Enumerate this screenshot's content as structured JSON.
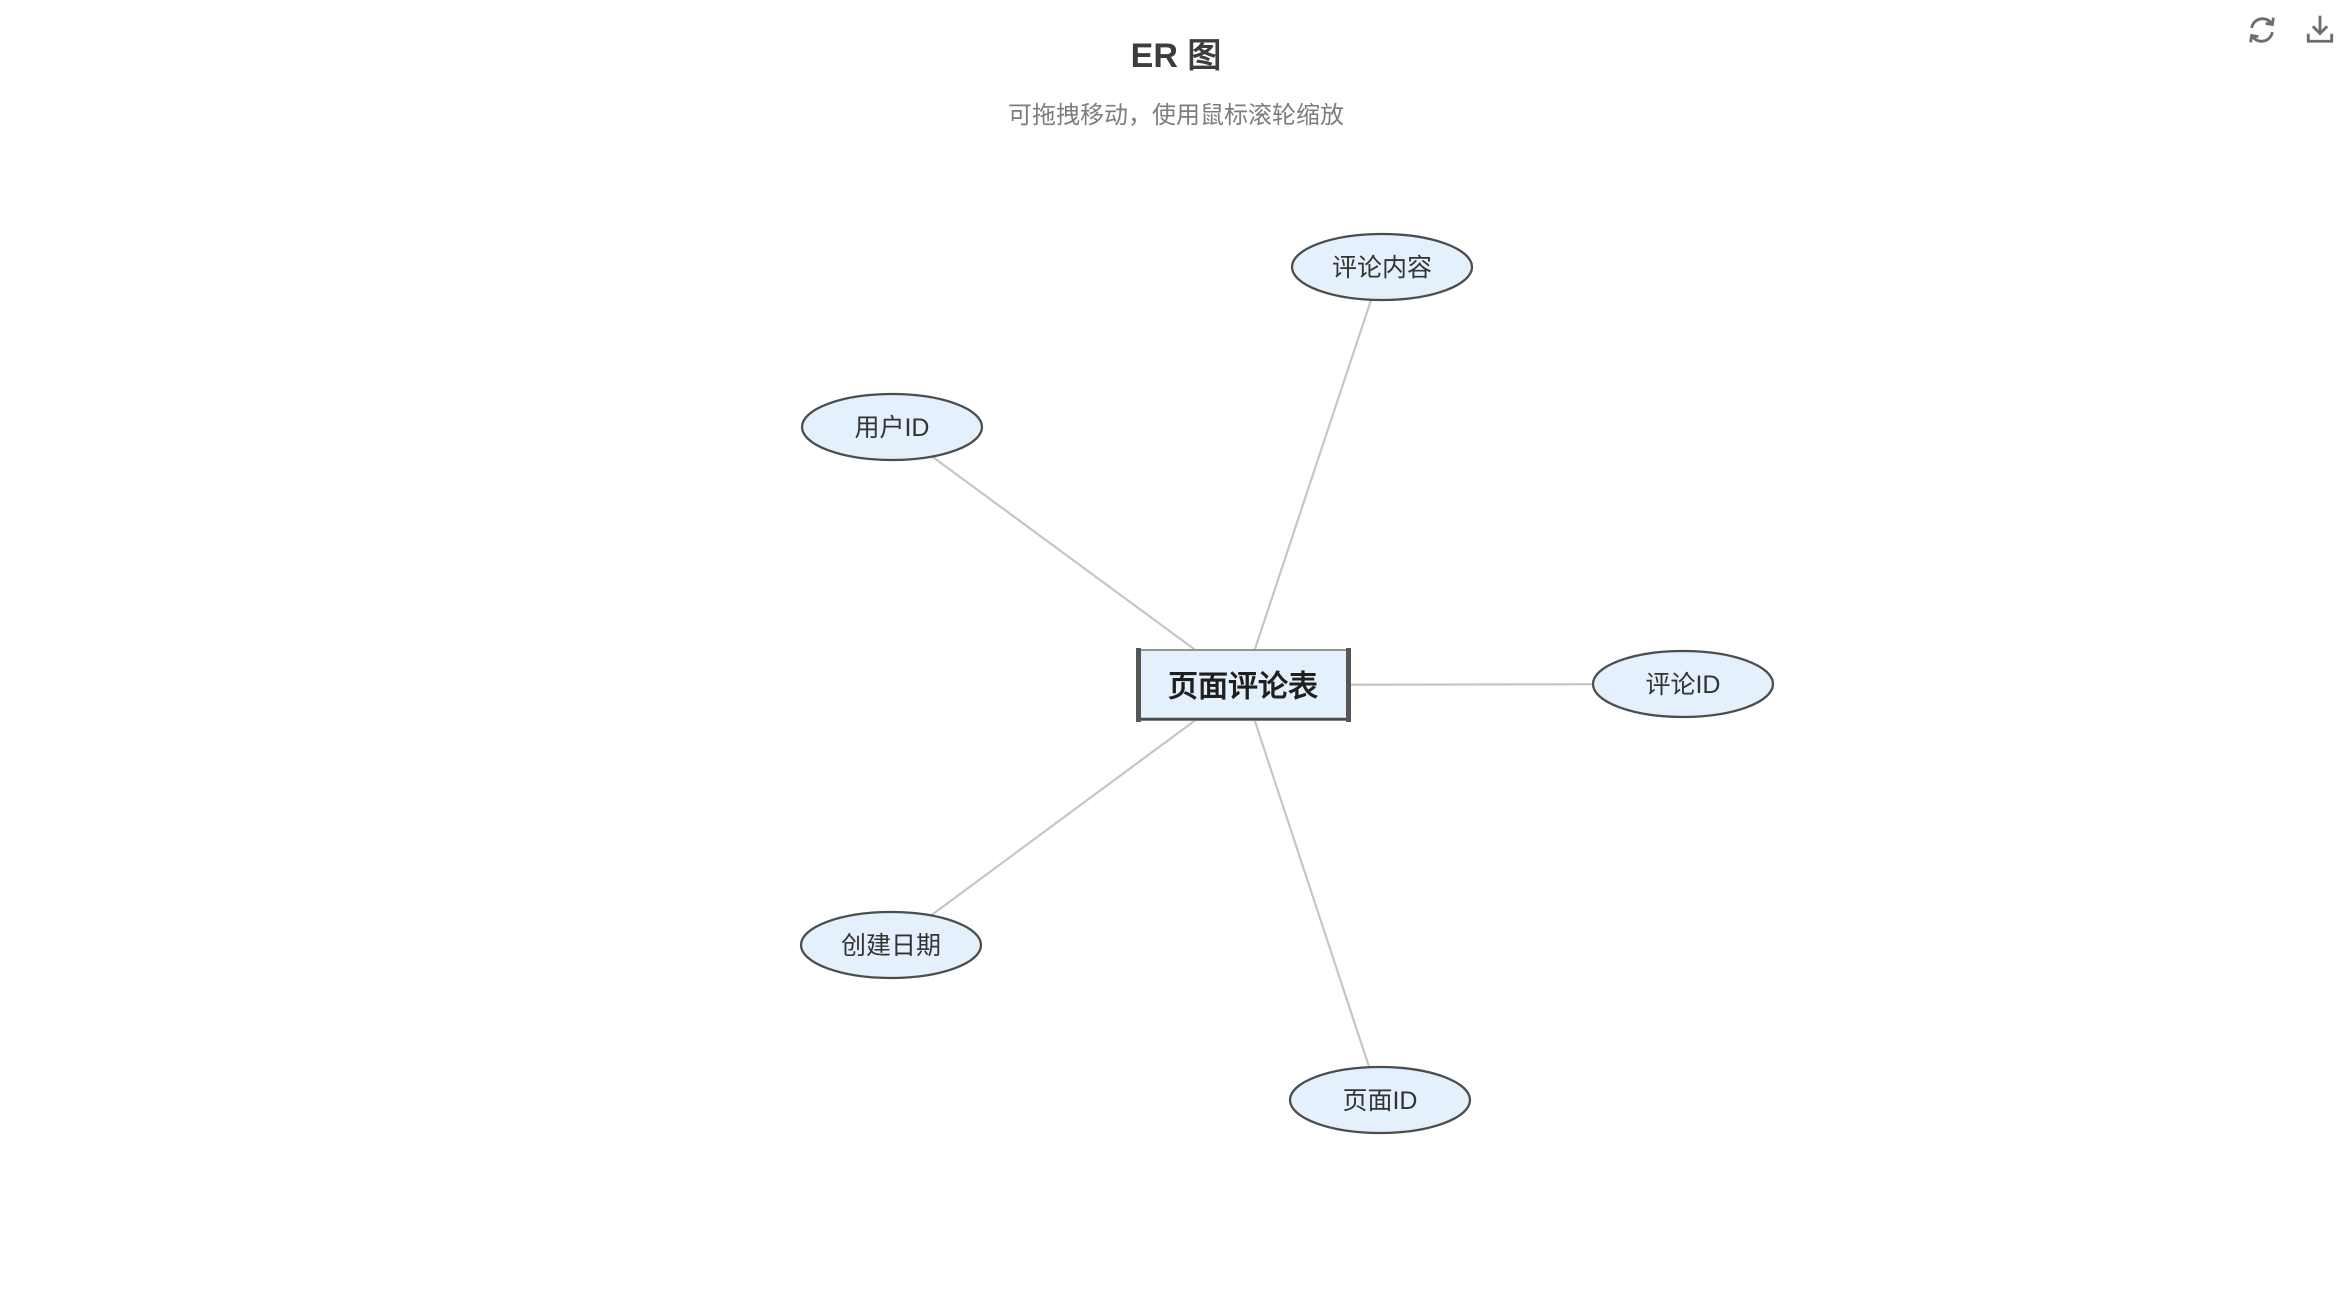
{
  "header": {
    "title": "ER 图",
    "subtitle": "可拖拽移动，使用鼠标滚轮缩放"
  },
  "toolbar": {
    "icons": [
      {
        "name": "refresh-icon"
      },
      {
        "name": "download-icon"
      }
    ]
  },
  "diagram": {
    "type": "er-diagram",
    "entity": {
      "label": "页面评论表"
    },
    "attributes": [
      {
        "label": "评论内容",
        "position": "top"
      },
      {
        "label": "用户ID",
        "position": "upper-left"
      },
      {
        "label": "评论ID",
        "position": "right"
      },
      {
        "label": "创建日期",
        "position": "lower-left"
      },
      {
        "label": "页面ID",
        "position": "bottom"
      }
    ],
    "colors": {
      "node_fill": "#e4f0fc",
      "node_border": "#4d4d4d",
      "edge_color": "#c6c6c6",
      "title_color": "#3d3d3d",
      "subtitle_color": "#7d7d7d",
      "icon_color": "#6d6d6d",
      "label_color": "#333333"
    }
  }
}
